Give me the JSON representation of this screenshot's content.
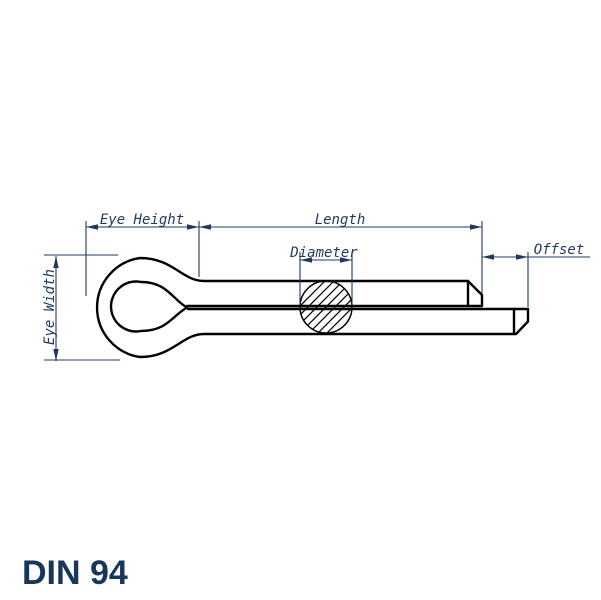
{
  "title": "DIN 94",
  "drawing": {
    "part": "cotter-pin-side-view",
    "labels": {
      "eye_height": "Eye Height",
      "length": "Length",
      "offset": "Offset",
      "diameter": "Diameter",
      "eye_width": "Eye Width"
    }
  },
  "colors": {
    "outline": "#000000",
    "dimension": "#1f3a5e",
    "title": "#17365d",
    "background": "#ffffff"
  }
}
